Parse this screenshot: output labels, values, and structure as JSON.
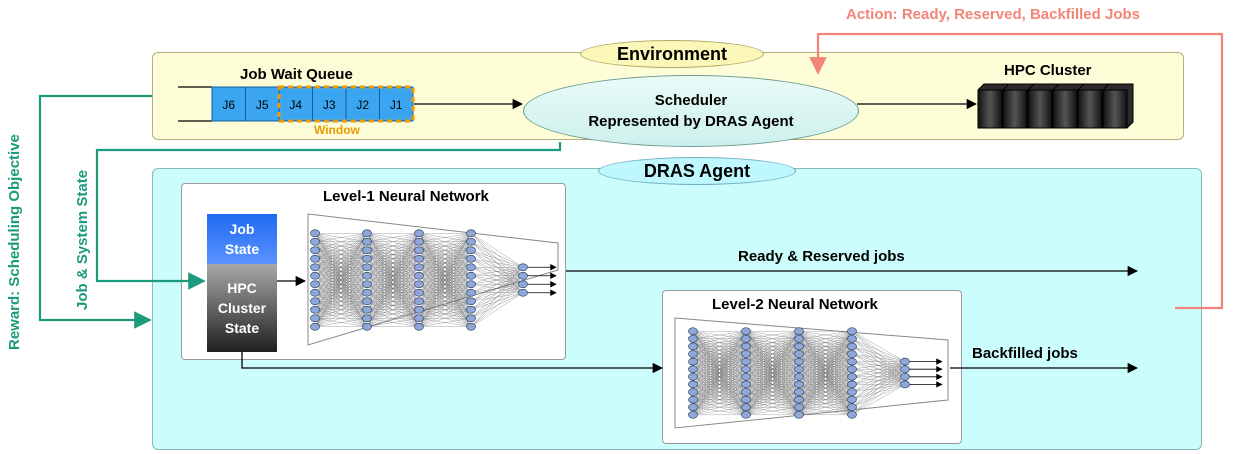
{
  "environment": {
    "title": "Environment"
  },
  "queue": {
    "title": "Job Wait Queue",
    "window_label": "Window",
    "jobs": [
      "J6",
      "J5",
      "J4",
      "J3",
      "J2",
      "J1"
    ],
    "window_jobs": [
      "J4",
      "J3",
      "J2",
      "J1"
    ],
    "colors": {
      "job_fill": "#3aa6f2",
      "window_border": "#f29b00"
    }
  },
  "scheduler": {
    "line1": "Scheduler",
    "line2": "Represented by DRAS Agent"
  },
  "hpc_cluster": {
    "title": "HPC Cluster",
    "racks": 6
  },
  "agent": {
    "title": "DRAS Agent",
    "level1_title": "Level-1 Neural Network",
    "level2_title": "Level-2 Neural Network",
    "job_state_line1": "Job",
    "job_state_line2": "State",
    "hpc_state_line1": "HPC",
    "hpc_state_line2": "Cluster",
    "hpc_state_line3": "State",
    "output1": "Ready & Reserved jobs",
    "output2": "Backfilled jobs"
  },
  "feedback": {
    "action": "Action: Ready, Reserved, Backfilled Jobs",
    "reward": "Reward: Scheduling Objective",
    "state": "Job & System State"
  },
  "colors": {
    "env_bg": "#fdfdd8",
    "agent_bg": "#ccfdfd",
    "teal": "#1c9a7c",
    "salmon": "#f28479",
    "node_fill": "#8fa8d8"
  }
}
